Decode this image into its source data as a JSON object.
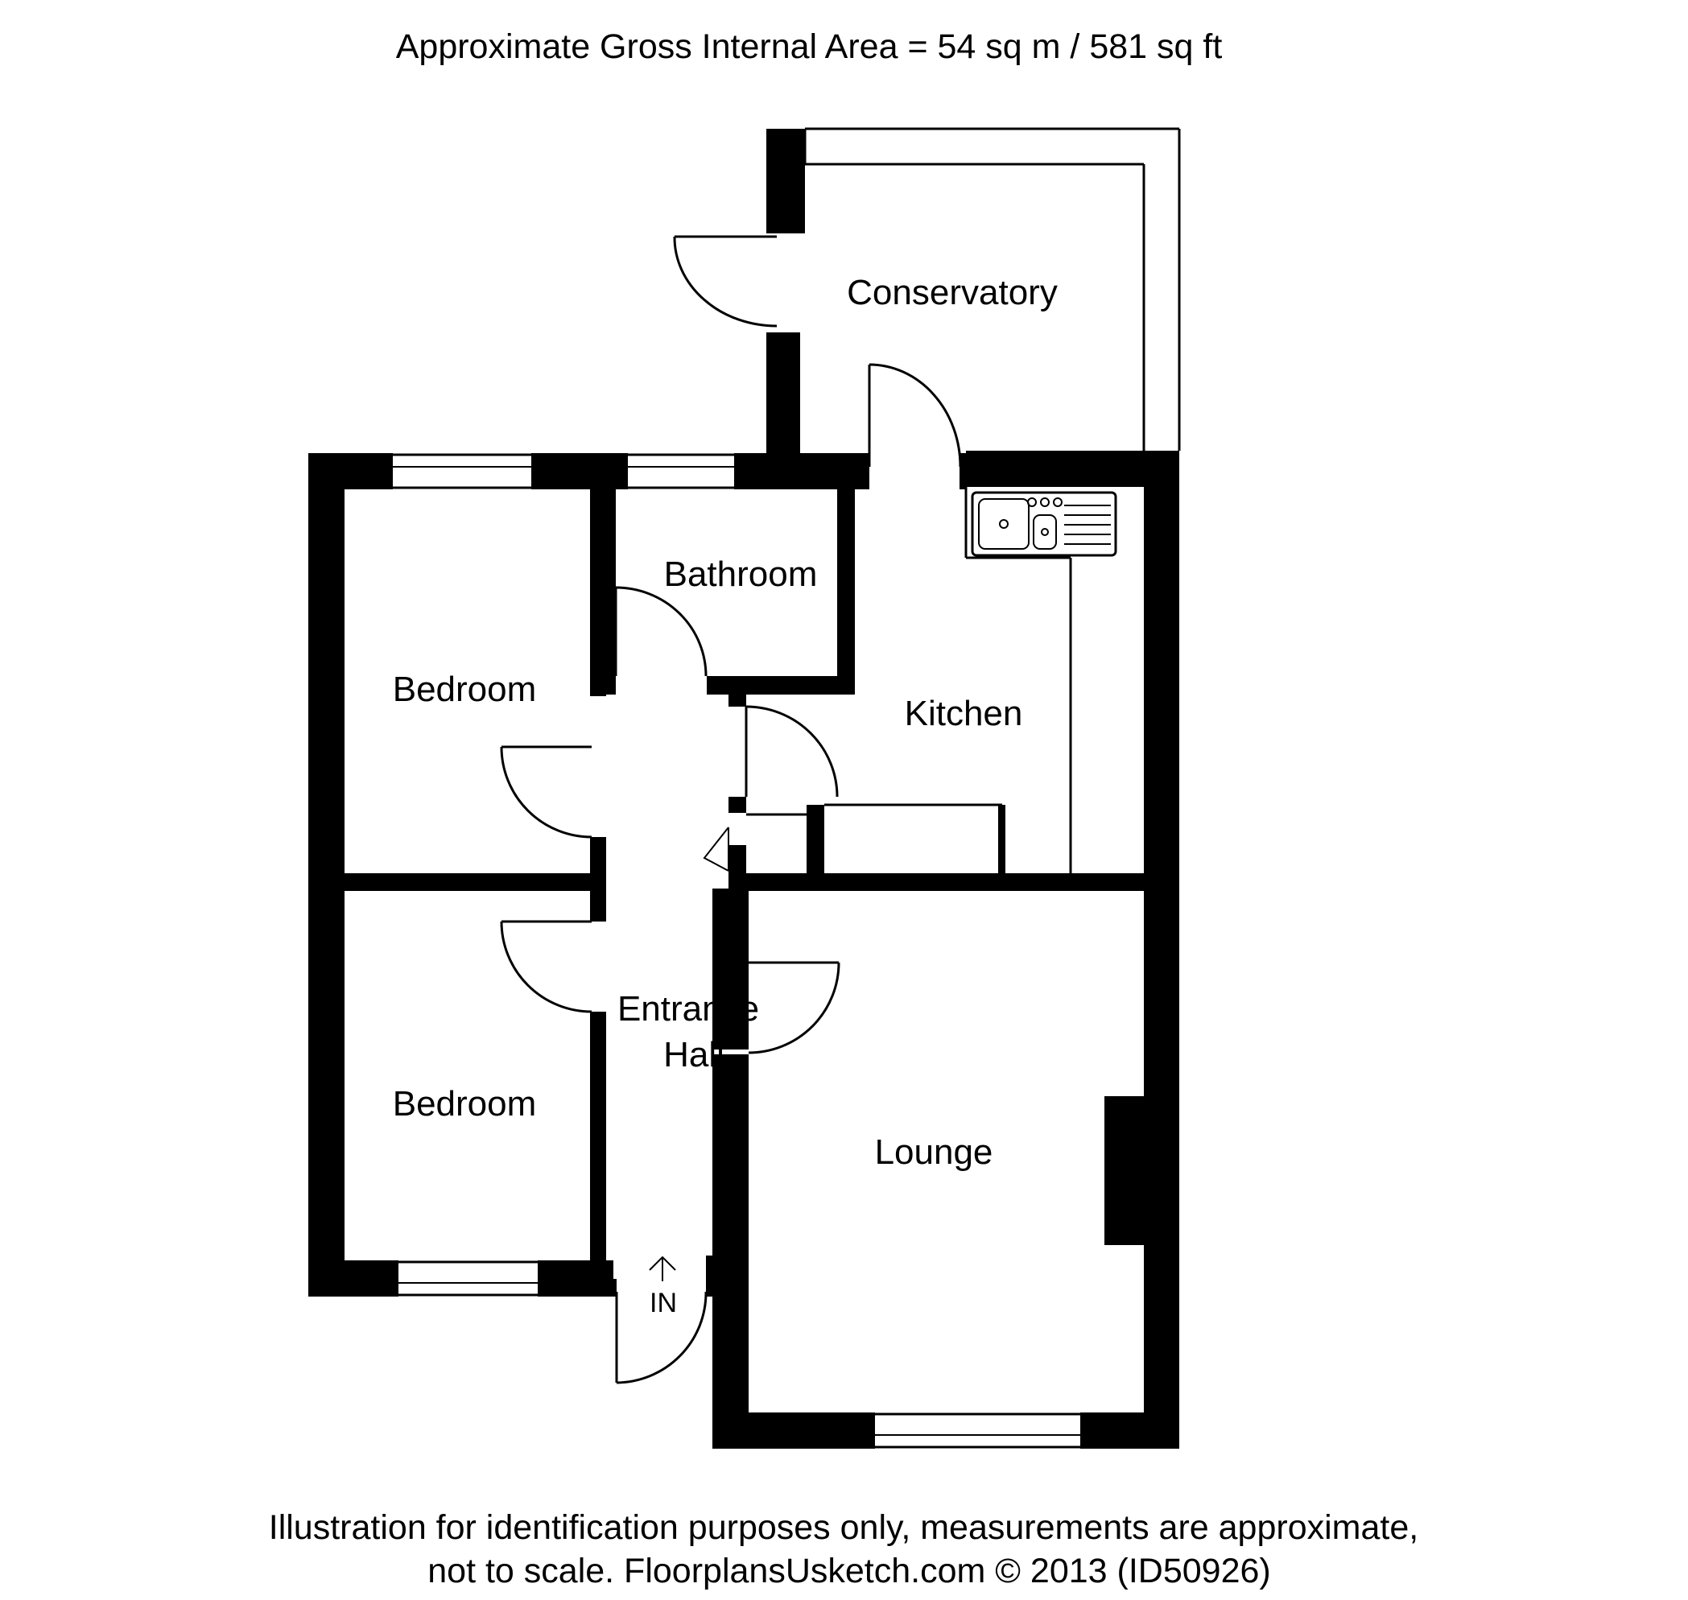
{
  "header": {
    "area_text": "Approximate Gross Internal Area  = 54 sq m / 581 sq ft"
  },
  "rooms": {
    "conservatory": "Conservatory",
    "bathroom": "Bathroom",
    "bedroom_upper": "Bedroom",
    "kitchen": "Kitchen",
    "entrance_hall_line1": "Entrance",
    "entrance_hall_line2": "Hall",
    "bedroom_lower": "Bedroom",
    "lounge": "Lounge"
  },
  "entry_marker": {
    "label": "IN"
  },
  "footer": {
    "line1": "Illustration for identification purposes only, measurements are approximate,",
    "line2": "not to scale. FloorplansUsketch.com © 2013 (ID50926)"
  },
  "colors": {
    "wall": "#000000",
    "background": "#ffffff",
    "line": "#000000"
  }
}
